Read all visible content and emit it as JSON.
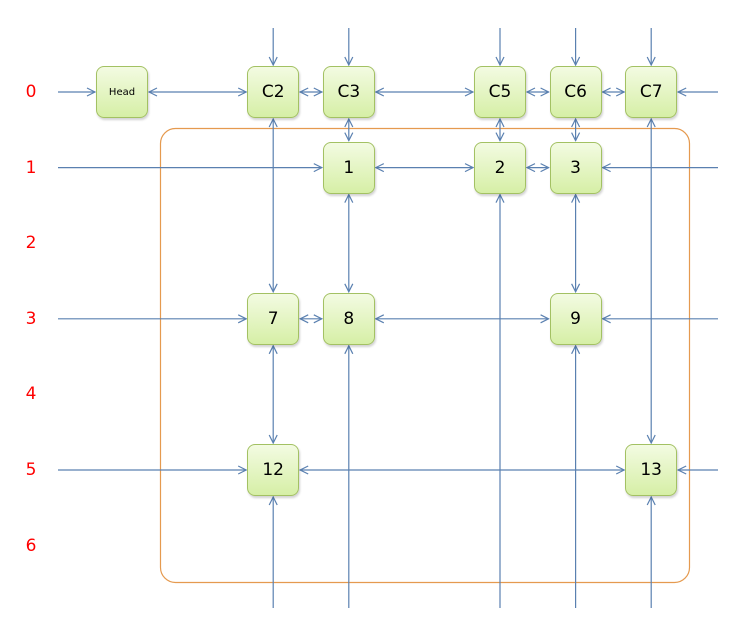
{
  "diagram": {
    "row_labels": [
      "0",
      "1",
      "2",
      "3",
      "4",
      "5",
      "6"
    ],
    "nodes": [
      {
        "id": "Head",
        "label": "Head",
        "col": 0,
        "row": 0,
        "small": true
      },
      {
        "id": "C2",
        "label": "C2",
        "col": 2,
        "row": 0
      },
      {
        "id": "C3",
        "label": "C3",
        "col": 3,
        "row": 0
      },
      {
        "id": "C5",
        "label": "C5",
        "col": 5,
        "row": 0
      },
      {
        "id": "C6",
        "label": "C6",
        "col": 6,
        "row": 0
      },
      {
        "id": "C7",
        "label": "C7",
        "col": 7,
        "row": 0
      },
      {
        "id": "n1",
        "label": "1",
        "col": 3,
        "row": 1
      },
      {
        "id": "n2",
        "label": "2",
        "col": 5,
        "row": 1
      },
      {
        "id": "n3",
        "label": "3",
        "col": 6,
        "row": 1
      },
      {
        "id": "n7",
        "label": "7",
        "col": 2,
        "row": 3
      },
      {
        "id": "n8",
        "label": "8",
        "col": 3,
        "row": 3
      },
      {
        "id": "n9",
        "label": "9",
        "col": 6,
        "row": 3
      },
      {
        "id": "n12",
        "label": "12",
        "col": 2,
        "row": 5
      },
      {
        "id": "n13",
        "label": "13",
        "col": 7,
        "row": 5
      }
    ],
    "links": [
      [
        "Head",
        "C2"
      ],
      [
        "C2",
        "C3"
      ],
      [
        "C3",
        "C5"
      ],
      [
        "C5",
        "C6"
      ],
      [
        "C6",
        "C7"
      ],
      [
        "C2",
        "n7"
      ],
      [
        "C3",
        "n1"
      ],
      [
        "C5",
        "n2"
      ],
      [
        "C6",
        "n3"
      ],
      [
        "C7",
        "n13"
      ],
      [
        "n1",
        "n2"
      ],
      [
        "n2",
        "n3"
      ],
      [
        "n1",
        "n8"
      ],
      [
        "n3",
        "n9"
      ],
      [
        "n7",
        "n8"
      ],
      [
        "n8",
        "n9"
      ],
      [
        "n7",
        "n12"
      ],
      [
        "n12",
        "n13"
      ]
    ],
    "stubs": [
      {
        "node": "Head",
        "side": "left"
      },
      {
        "node": "C7",
        "side": "right"
      },
      {
        "node": "C2",
        "side": "top"
      },
      {
        "node": "C3",
        "side": "top"
      },
      {
        "node": "C5",
        "side": "top"
      },
      {
        "node": "C6",
        "side": "top"
      },
      {
        "node": "C7",
        "side": "top"
      },
      {
        "node": "n1",
        "side": "left"
      },
      {
        "node": "n3",
        "side": "right"
      },
      {
        "node": "n7",
        "side": "left"
      },
      {
        "node": "n9",
        "side": "right"
      },
      {
        "node": "n12",
        "side": "left"
      },
      {
        "node": "n13",
        "side": "right"
      },
      {
        "node": "n2",
        "side": "bottom"
      },
      {
        "node": "n8",
        "side": "bottom"
      },
      {
        "node": "n9",
        "side": "bottom"
      },
      {
        "node": "n12",
        "side": "bottom"
      },
      {
        "node": "n13",
        "side": "bottom"
      }
    ],
    "colors": {
      "line": "#5a80b0",
      "group": "#e59a4f",
      "label": "#ff0000"
    }
  }
}
